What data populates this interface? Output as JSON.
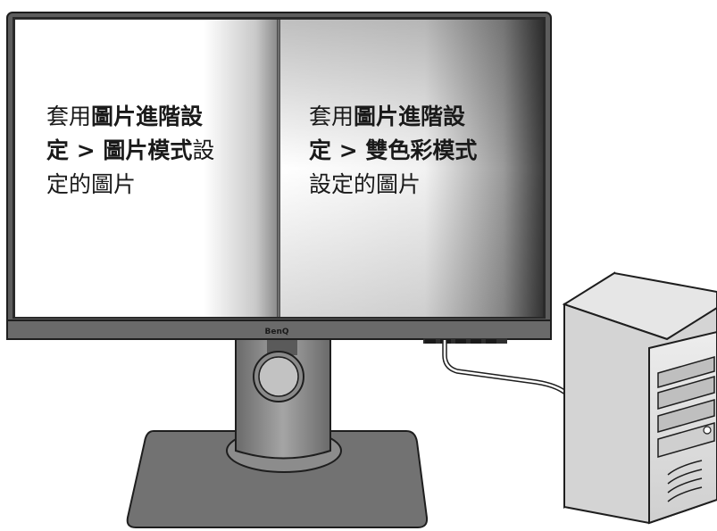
{
  "monitor": {
    "brand": "BenQ",
    "left_panel": {
      "lines": [
        [
          {
            "t": "套用",
            "b": false
          },
          {
            "t": "圖片進階設",
            "b": true
          }
        ],
        [
          {
            "t": "定 > 圖片模式",
            "b": true
          },
          {
            "t": "設",
            "b": false
          }
        ],
        [
          {
            "t": "定的圖片",
            "b": false
          }
        ]
      ]
    },
    "right_panel": {
      "lines": [
        [
          {
            "t": "套用",
            "b": false
          },
          {
            "t": "圖片進階設",
            "b": true
          }
        ],
        [
          {
            "t": "定 > 雙色彩模式",
            "b": true
          }
        ],
        [
          {
            "t": "設定的圖片",
            "b": false
          }
        ]
      ]
    }
  },
  "colors": {
    "bezel": "#3a3a3a",
    "frame": "#5e5e5e",
    "stand": "#8a8a8a",
    "base": "#6f6f6f",
    "pc_body": "#d9d9d9",
    "outline": "#1e1e1e"
  }
}
